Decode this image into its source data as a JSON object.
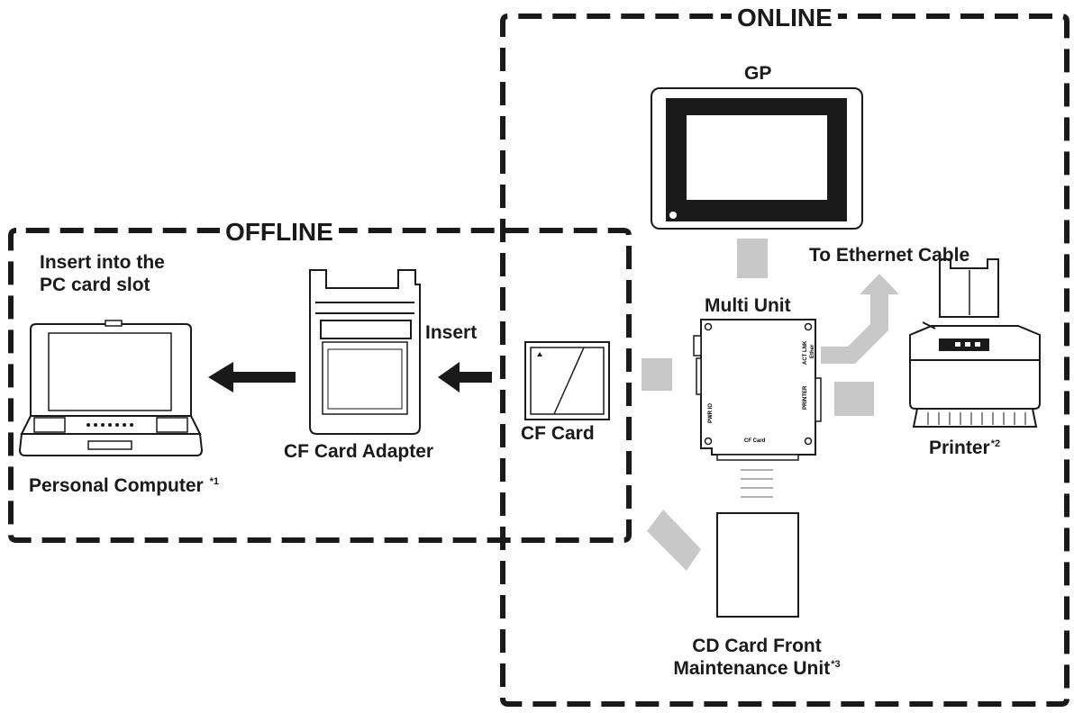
{
  "regions": {
    "online": "ONLINE",
    "offline": "OFFLINE"
  },
  "labels": {
    "gp": "GP",
    "to_ethernet": "To Ethernet Cable",
    "multi_unit": "Multi Unit",
    "insert": "Insert",
    "insert_pc_line1": "Insert into the",
    "insert_pc_line2": "PC card slot",
    "cf_card": "CF Card",
    "cf_card_adapter": "CF Card Adapter",
    "personal_computer": "Personal Computer",
    "personal_computer_note": "*1",
    "printer": "Printer",
    "printer_note": "*2",
    "cd_line1": "CD Card Front",
    "cd_line2": "Maintenance Unit",
    "cd_note": "*3"
  },
  "unit_port_labels": {
    "ethernet": "Ether",
    "link": "ACT LNK",
    "printer": "PRINTER",
    "cf": "CF Card",
    "io": "PWR IO"
  },
  "colors": {
    "line": "#1a1a1a",
    "connector": "#c8c8c8",
    "background": "#ffffff"
  }
}
